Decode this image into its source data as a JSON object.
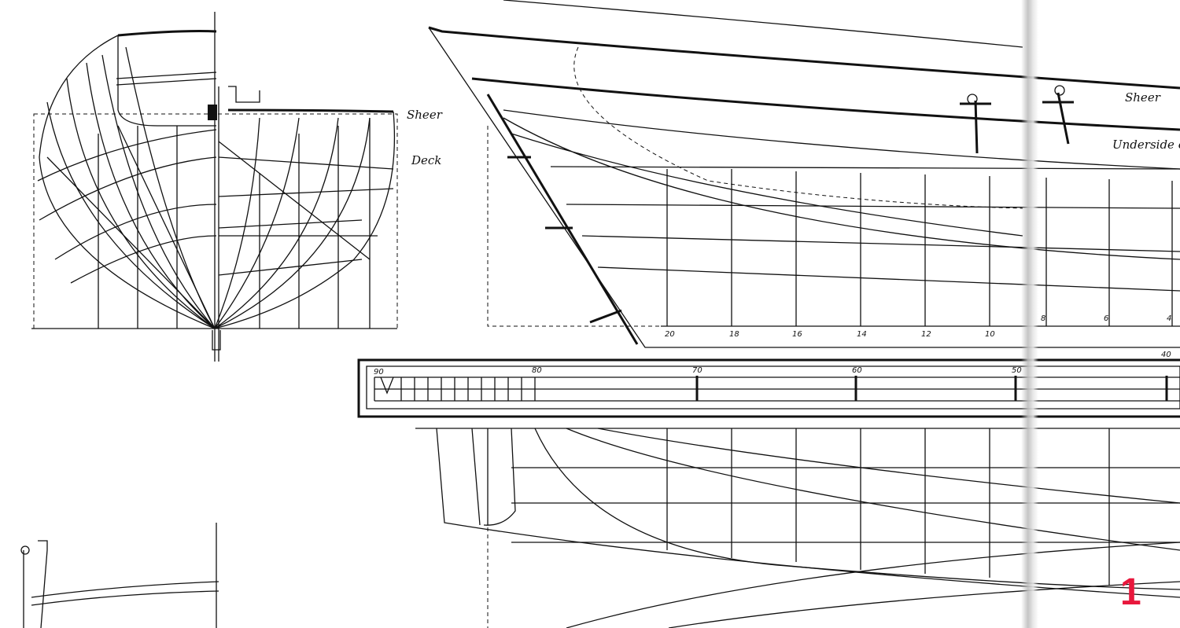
{
  "drawing": {
    "body_plan_labels": {
      "sheer": "Sheer",
      "deck": "Deck"
    },
    "profile_labels": {
      "sheer": "Sheer",
      "underside": "Underside o"
    },
    "station_numbers": [
      "20",
      "18",
      "16",
      "14",
      "12",
      "10",
      "8",
      "6",
      "4"
    ],
    "scale_numbers": [
      "90",
      "80",
      "70",
      "60",
      "50",
      "40"
    ],
    "sheet_number": "1",
    "sheet_number_color": "#e8173c"
  }
}
